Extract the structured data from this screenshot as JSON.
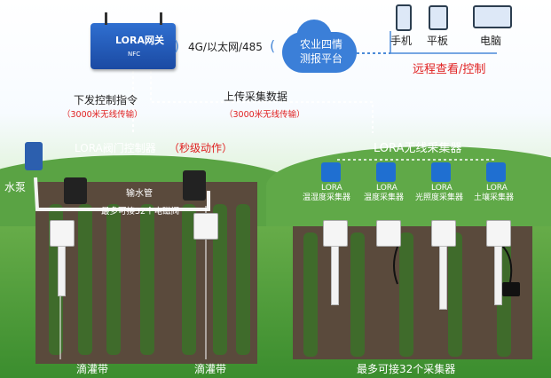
{
  "gateway": {
    "brand": "LORA网关",
    "sub": "NFC"
  },
  "network_label": "4G/以太网/485",
  "platform": {
    "line1": "农业四情",
    "line2": "测报平台"
  },
  "devices": {
    "phone": "手机",
    "tablet": "平板",
    "computer": "电脑"
  },
  "remote_label": "远程查看/控制",
  "downlink": {
    "title": "下发控制指令",
    "range": "（3000米无线传输）"
  },
  "uplink": {
    "title": "上传采集数据",
    "range": "（3000米无线传输）"
  },
  "valve_controller": {
    "name": "LORA阀门控制器",
    "note": "（秒级动作）"
  },
  "wireless_collector_title": "LORA无线采集器",
  "pump_label": "水泵",
  "pipe_label": "输水管",
  "valve_limit": "最多可接32个电磁阀",
  "collectors": [
    {
      "line1": "LORA",
      "line2": "温湿度采集器",
      "icon": "thermometer-icon"
    },
    {
      "line1": "LORA",
      "line2": "温度采集器",
      "icon": "temperature-drop-icon"
    },
    {
      "line1": "LORA",
      "line2": "光照度采集器",
      "icon": "sun-icon"
    },
    {
      "line1": "LORA",
      "line2": "土壤采集器",
      "icon": "soil-plant-icon"
    }
  ],
  "drip_left": "滴灌带",
  "drip_right": "滴灌带",
  "collector_limit": "最多可接32个采集器",
  "colors": {
    "accent_red": "#e02020",
    "brand_blue": "#1f6fd1"
  }
}
